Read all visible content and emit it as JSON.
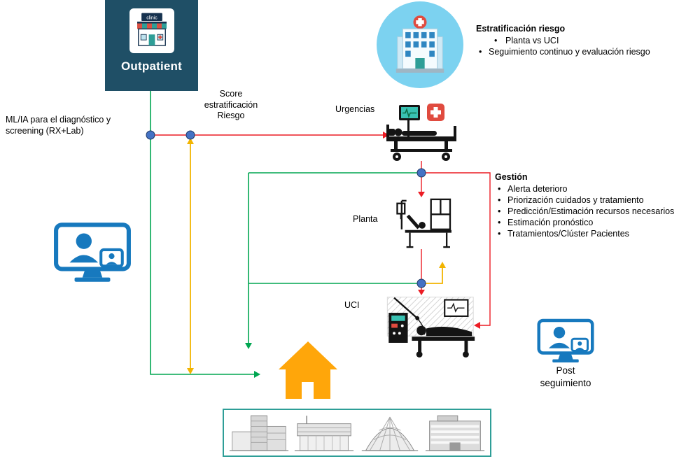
{
  "outpatient": {
    "label": "Outpatient",
    "sign": "clinic"
  },
  "left_note": {
    "line1": "ML/IA para el diagnóstico y",
    "line2": "screening (RX+Lab)"
  },
  "score_label": {
    "line1": "Score",
    "line2": "estratificación",
    "line3": "Riesgo"
  },
  "risk_stratification": {
    "title": "Estratificación riesgo",
    "bullets": [
      "Planta vs UCI",
      "Seguimiento continuo y evaluación riesgo"
    ]
  },
  "stages": {
    "urgencias": "Urgencias",
    "planta": "Planta",
    "uci": "UCI"
  },
  "gestion": {
    "title": "Gestión",
    "bullets": [
      "Alerta deterioro",
      "Priorización cuidados y tratamiento",
      "Predicción/Estimación recursos necesarios",
      "Estimación pronóstico",
      "Tratamientos/Clúster Pacientes"
    ]
  },
  "post_followup": {
    "line1": "Post",
    "line2": "seguimiento"
  },
  "colors": {
    "outpatient_bg": "#1F4F66",
    "circle_bg": "#7CD2F0",
    "flow_red": "#EC1C24",
    "flow_green": "#00A651",
    "flow_yellow": "#F2B400",
    "connector_dot": "#4472C4",
    "telemedicine_blue": "#1779BE",
    "home_orange": "#FFA60A",
    "strip_border": "#2E9E97"
  }
}
